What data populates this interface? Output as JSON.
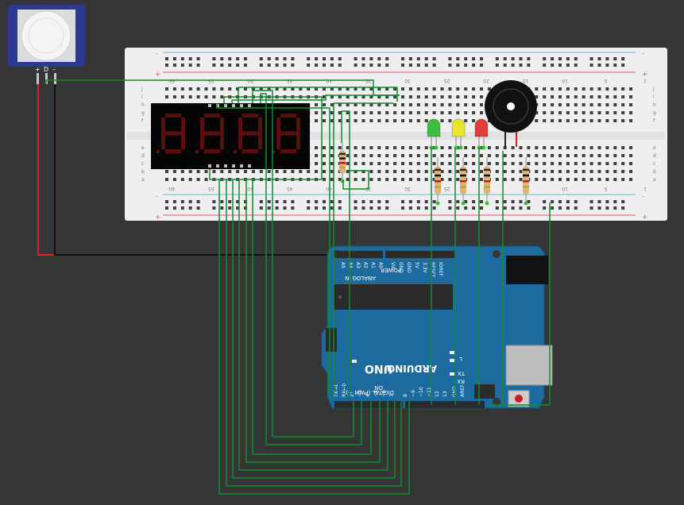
{
  "colors": {
    "canvas": "#353535",
    "breadboard": "#efefef",
    "arduino": "#1d6b9e",
    "wire_green": "#118c2c",
    "wire_red": "#e02020",
    "wire_black": "#111111",
    "rail_red": "#e45a5a",
    "rail_blue": "#6ab0d8"
  },
  "pir": {
    "pin_labels": [
      "+",
      "D",
      "–"
    ]
  },
  "breadboard": {
    "col_numbers": [
      "60",
      "55",
      "50",
      "45",
      "40",
      "35",
      "30",
      "25",
      "20",
      "15",
      "10",
      "5",
      "1"
    ],
    "row_letters_top": [
      "j",
      "i",
      "h",
      "g",
      "f"
    ],
    "row_letters_bottom": [
      "e",
      "d",
      "c",
      "b",
      "a"
    ]
  },
  "leds": [
    {
      "color_name": "green",
      "color": "#3fbf3f"
    },
    {
      "color_name": "yellow",
      "color": "#e8e52c"
    },
    {
      "color_name": "red",
      "color": "#e23b3b"
    }
  ],
  "arduino": {
    "brand": "ARDUINO",
    "model": "UNO",
    "on_label": "ON",
    "tx_label": "TX",
    "rx_label": "RX",
    "l_label": "L",
    "digital_label": "DIGITAL (PWM ~)",
    "power_label": "POWER",
    "analog_label": "ANALOG IN",
    "aref_label": "AREF",
    "gnd_label": "GND",
    "ioref_label": "IOREF",
    "reset_label": "RESET",
    "v33_label": "3.3V",
    "v5_label": "5V",
    "vin_label": "Vin",
    "analog_pins": [
      "A5",
      "A4",
      "A3",
      "A2",
      "A1",
      "A0"
    ],
    "digital_pins": [
      "TX→1",
      "RX←0",
      "2",
      "~3",
      "4",
      "~5",
      "~6",
      "7",
      "8",
      "~9",
      "~10",
      "~11",
      "12",
      "13"
    ]
  }
}
